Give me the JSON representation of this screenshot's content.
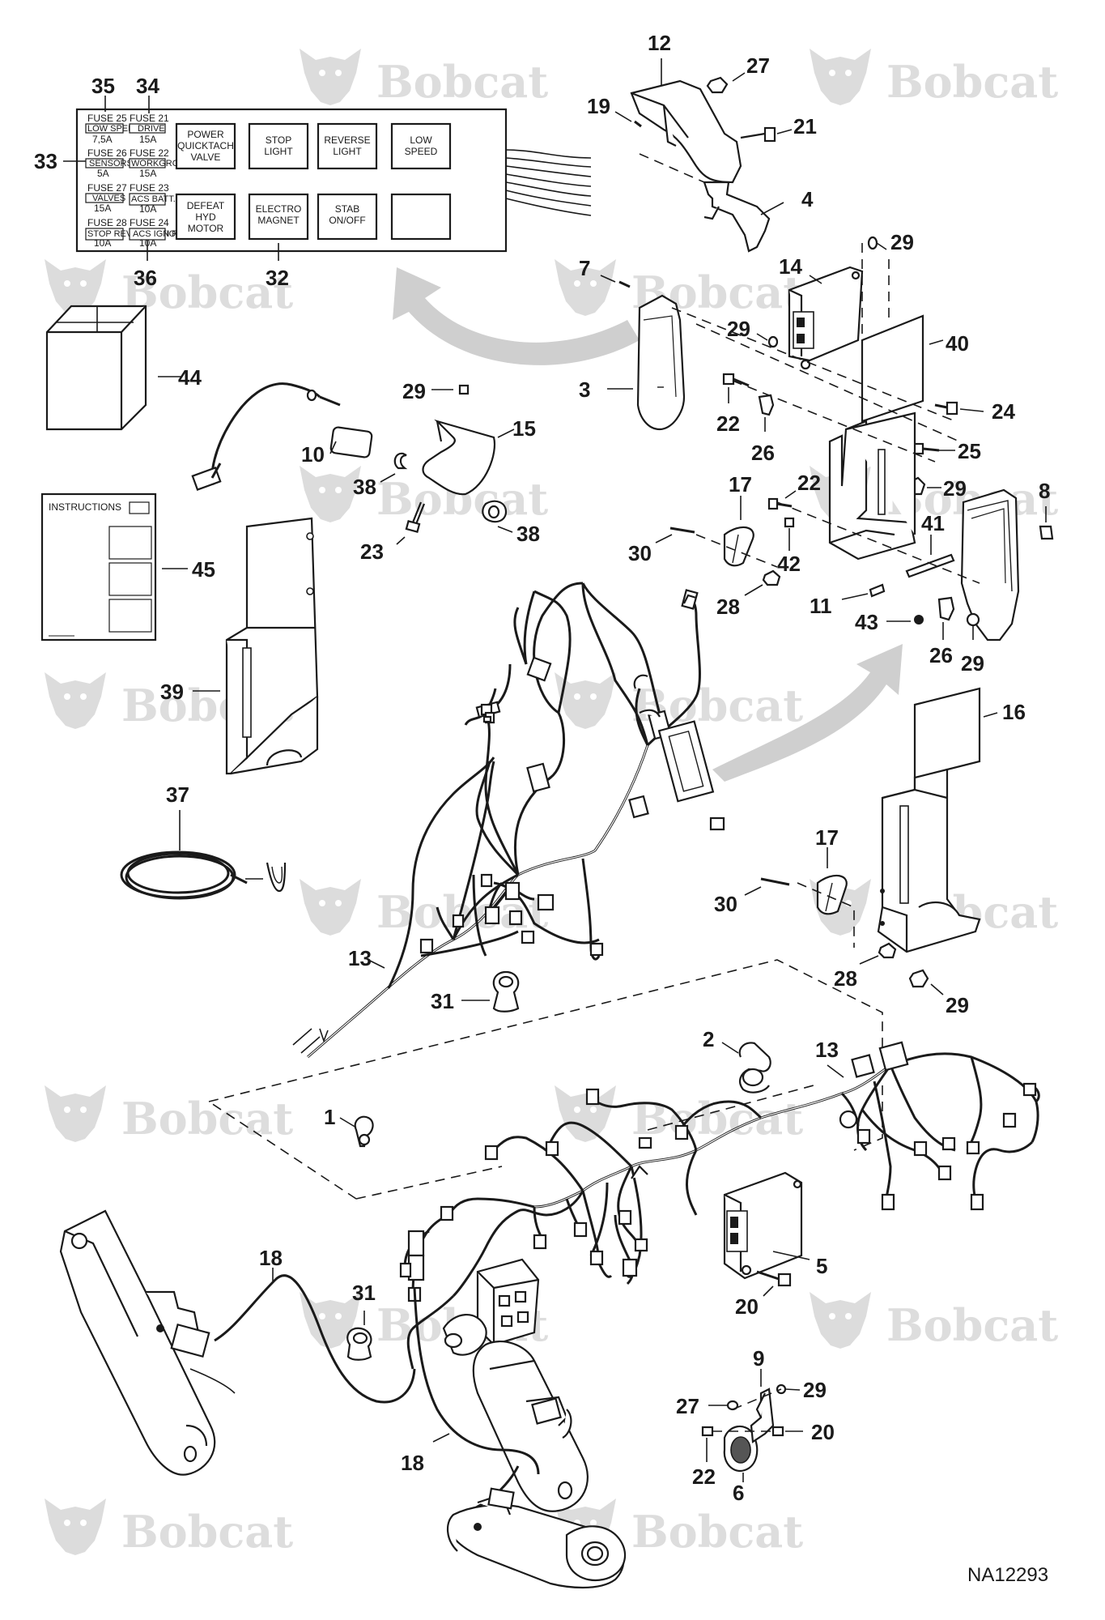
{
  "drawing_id": "NA12293",
  "watermark": {
    "brand": "Bobcat",
    "mark": "."
  },
  "fuse_panel": {
    "fuses": [
      {
        "name": "FUSE 25",
        "function": "LOW SPEED",
        "rating": "7,5A"
      },
      {
        "name": "FUSE 21",
        "function": "DRIVE",
        "rating": "15A"
      },
      {
        "name": "FUSE 26",
        "function": "SENSORS",
        "rating": "5A"
      },
      {
        "name": "FUSE 22",
        "function": "WORKGROUP",
        "rating": "15A"
      },
      {
        "name": "FUSE 27",
        "function": "VALVES",
        "rating": "15A"
      },
      {
        "name": "FUSE 23",
        "function": "ACS BATT. PWR",
        "rating": "10A"
      },
      {
        "name": "FUSE 28",
        "function": "STOP REV. FUNCTIONS",
        "rating": "10A"
      },
      {
        "name": "FUSE 24",
        "function": "ACS IGN PWR",
        "rating": "10A"
      }
    ],
    "relays": [
      {
        "line1": "POWER",
        "line2": "QUICKTACH",
        "line3": "VALVE"
      },
      {
        "line1": "STOP",
        "line2": "LIGHT",
        "line3": ""
      },
      {
        "line1": "REVERSE",
        "line2": "LIGHT",
        "line3": ""
      },
      {
        "line1": "LOW",
        "line2": "SPEED",
        "line3": ""
      },
      {
        "line1": "DEFEAT",
        "line2": "HYD",
        "line3": "MOTOR"
      },
      {
        "line1": "ELECTRO",
        "line2": "MAGNET",
        "line3": ""
      },
      {
        "line1": "STAB",
        "line2": "ON/OFF",
        "line3": ""
      },
      {
        "line1": "",
        "line2": "",
        "line3": ""
      }
    ]
  },
  "instructions_label": "INSTRUCTIONS",
  "callouts": {
    "c1": "1",
    "c2": "2",
    "c3": "3",
    "c4": "4",
    "c5": "5",
    "c6": "6",
    "c7": "7",
    "c8": "8",
    "c9": "9",
    "c10": "10",
    "c11": "11",
    "c12": "12",
    "c13a": "13",
    "c13b": "13",
    "c14": "14",
    "c15": "15",
    "c16": "16",
    "c17a": "17",
    "c17b": "17",
    "c18a": "18",
    "c18b": "18",
    "c19": "19",
    "c20a": "20",
    "c20b": "20",
    "c21": "21",
    "c22a": "22",
    "c22b": "22",
    "c22c": "22",
    "c23": "23",
    "c24": "24",
    "c25": "25",
    "c26a": "26",
    "c26b": "26",
    "c27a": "27",
    "c27b": "27",
    "c28a": "28",
    "c28b": "28",
    "c29a": "29",
    "c29b": "29",
    "c29c": "29",
    "c29d": "29",
    "c29e": "29",
    "c29f": "29",
    "c29g": "29",
    "c30a": "30",
    "c30b": "30",
    "c31a": "31",
    "c31b": "31",
    "c32": "32",
    "c33": "33",
    "c34": "34",
    "c35": "35",
    "c36": "36",
    "c37": "37",
    "c38a": "38",
    "c38b": "38",
    "c39": "39",
    "c40": "40",
    "c41": "41",
    "c42": "42",
    "c43": "43",
    "c44": "44",
    "c45": "45"
  }
}
